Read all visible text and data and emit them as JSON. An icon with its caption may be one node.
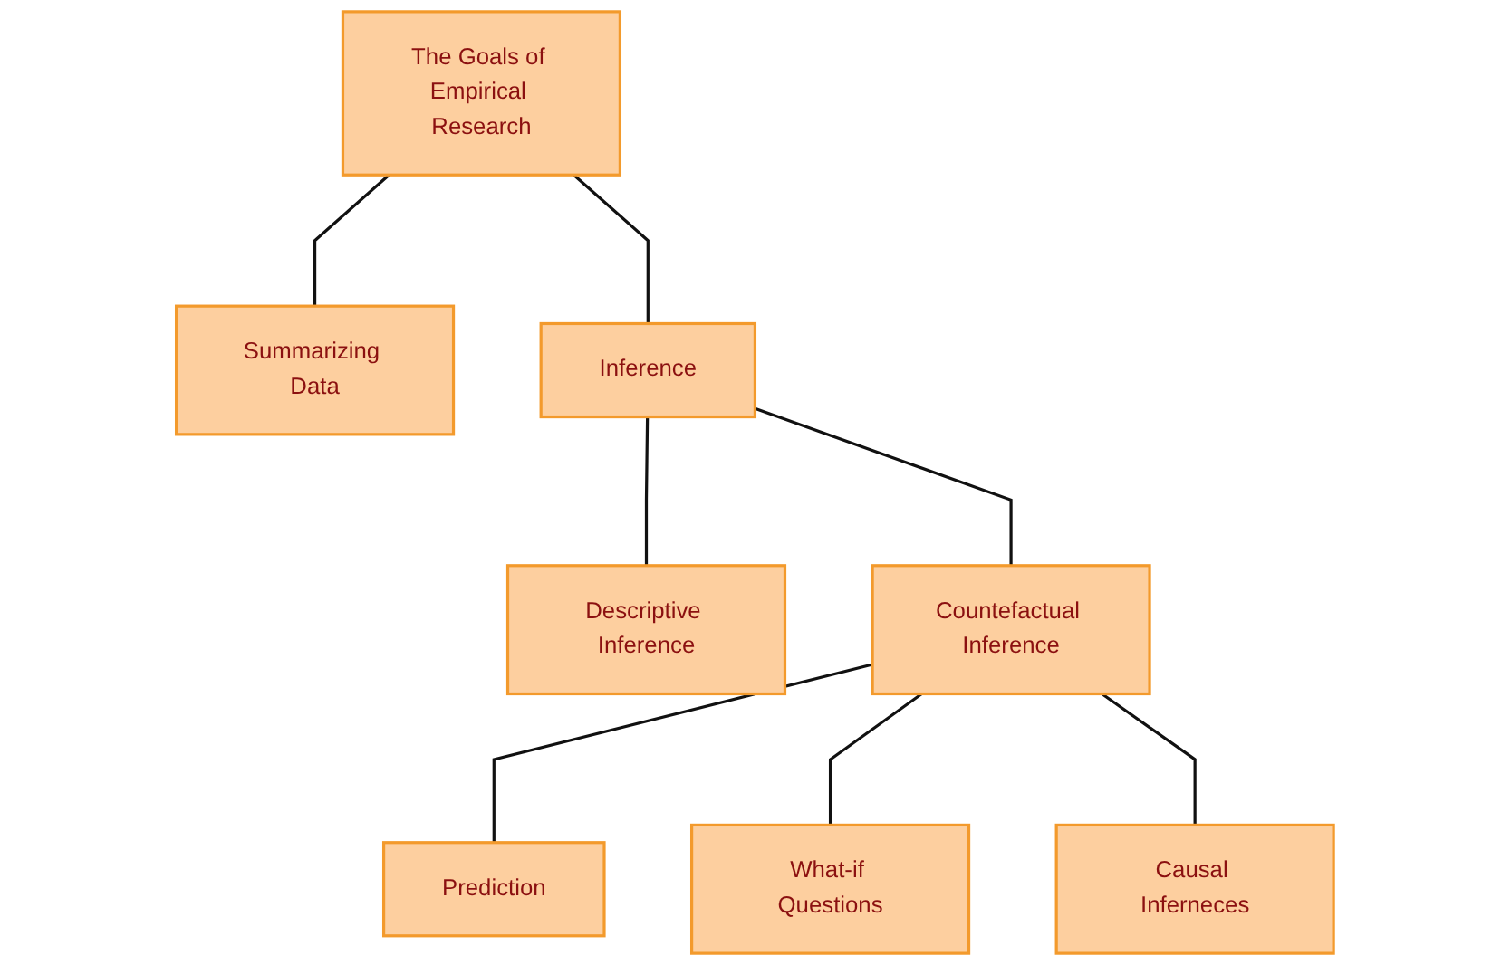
{
  "diagram": {
    "nodes": [
      {
        "text": [
          "The Goals of Empirical Research"
        ]
      },
      {
        "text": [
          "Summarizing Data"
        ]
      },
      {
        "text": [
          "Inference"
        ]
      },
      {
        "text": [
          "Descriptive Inference"
        ]
      },
      {
        "text": [
          "Countefactual Inference"
        ]
      },
      {
        "text": [
          "Prediction"
        ]
      },
      {
        "text": [
          "What-if Questions"
        ]
      },
      {
        "text": [
          "Causal Inferneces"
        ]
      }
    ],
    "edges": [
      {
        "from": 0,
        "to": 1,
        "arrow": "none"
      },
      {
        "from": 0,
        "to": 2,
        "arrow": "none"
      },
      {
        "from": 2,
        "to": 3,
        "arrow": "none"
      },
      {
        "from": 2,
        "to": 4,
        "arrow": "none"
      },
      {
        "from": 4,
        "to": 5,
        "arrow": "none"
      },
      {
        "from": 4,
        "to": 6,
        "arrow": "none"
      },
      {
        "from": 4,
        "to": 7,
        "arrow": "none"
      }
    ]
  }
}
